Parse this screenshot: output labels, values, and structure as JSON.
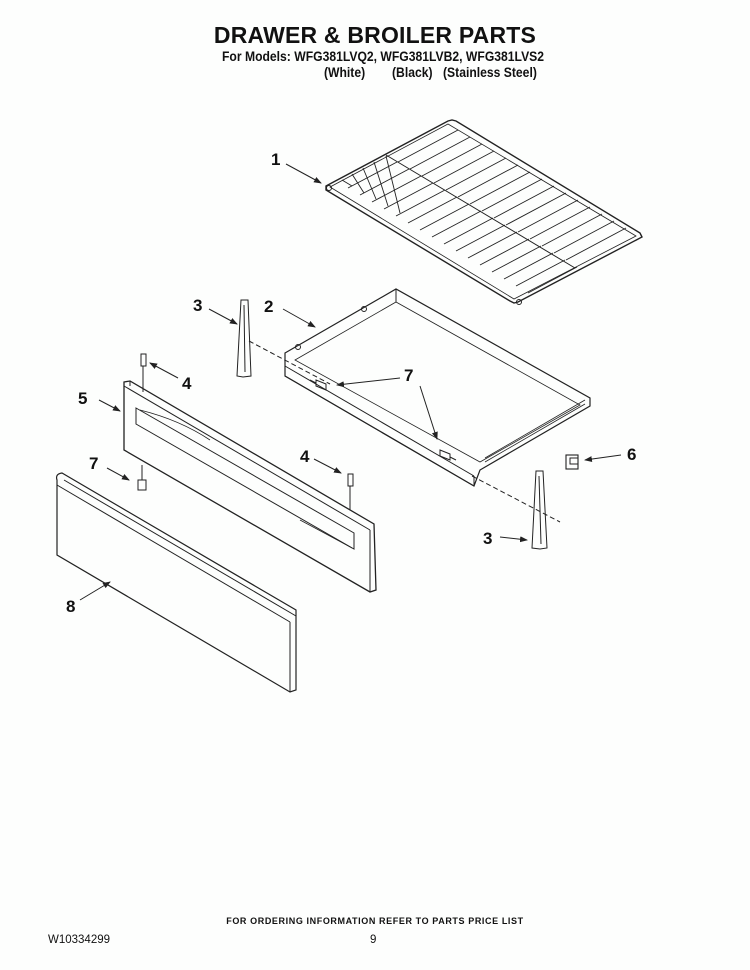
{
  "header": {
    "title": "DRAWER & BROILER PARTS",
    "models_line": "For Models: WFG381LVQ2, WFG381LVB2, WFG381LVS2",
    "variants": [
      "(White)",
      "(Black)",
      "(Stainless Steel)"
    ]
  },
  "diagram": {
    "callouts": [
      {
        "id": "1",
        "part": "broiler-rack"
      },
      {
        "id": "2",
        "part": "broiler-pan-drawer"
      },
      {
        "id": "3",
        "part": "drawer-slide-left"
      },
      {
        "id": "3",
        "part": "drawer-slide-right"
      },
      {
        "id": "4",
        "part": "stud-left"
      },
      {
        "id": "4",
        "part": "stud-right"
      },
      {
        "id": "5",
        "part": "drawer-front-panel"
      },
      {
        "id": "6",
        "part": "clip"
      },
      {
        "id": "7",
        "part": "screw-drawer-left"
      },
      {
        "id": "7",
        "part": "screw-drawer-right"
      },
      {
        "id": "7",
        "part": "screw-panel"
      },
      {
        "id": "8",
        "part": "drawer-front-trim"
      }
    ]
  },
  "footer": {
    "ordering_note": "FOR ORDERING INFORMATION REFER TO PARTS PRICE LIST",
    "document_number": "W10334299",
    "page_number": "9"
  }
}
